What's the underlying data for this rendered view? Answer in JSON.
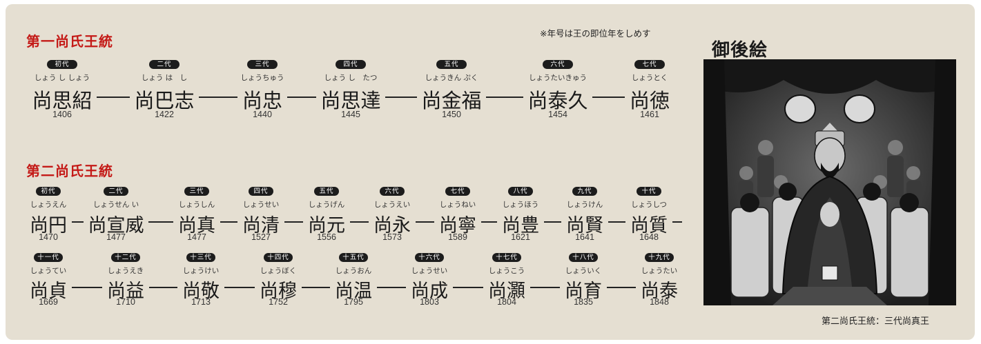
{
  "section1": {
    "title": "第一尚氏王統"
  },
  "note": "※年号は王の即位年をしめす",
  "section2": {
    "title": "第二尚氏王統"
  },
  "dynasty1": [
    {
      "gen": "初代",
      "reading": "しょう し しょう",
      "name": "尚思紹",
      "year": "1406"
    },
    {
      "gen": "二代",
      "reading": "しょう は　し",
      "name": "尚巴志",
      "year": "1422"
    },
    {
      "gen": "三代",
      "reading": "しょうちゅう",
      "name": "尚忠",
      "year": "1440"
    },
    {
      "gen": "四代",
      "reading": "しょう し　たつ",
      "name": "尚思達",
      "year": "1445"
    },
    {
      "gen": "五代",
      "reading": "しょうきん ぷく",
      "name": "尚金福",
      "year": "1450"
    },
    {
      "gen": "六代",
      "reading": "しょうたいきゅう",
      "name": "尚泰久",
      "year": "1454"
    },
    {
      "gen": "七代",
      "reading": "しょうとく",
      "name": "尚徳",
      "year": "1461"
    }
  ],
  "dynasty2a": [
    {
      "gen": "初代",
      "reading": "しょうえん",
      "name": "尚円",
      "year": "1470"
    },
    {
      "gen": "二代",
      "reading": "しょうせん い",
      "name": "尚宣威",
      "year": "1477"
    },
    {
      "gen": "三代",
      "reading": "しょうしん",
      "name": "尚真",
      "year": "1477"
    },
    {
      "gen": "四代",
      "reading": "しょうせい",
      "name": "尚清",
      "year": "1527"
    },
    {
      "gen": "五代",
      "reading": "しょうげん",
      "name": "尚元",
      "year": "1556"
    },
    {
      "gen": "六代",
      "reading": "しょうえい",
      "name": "尚永",
      "year": "1573"
    },
    {
      "gen": "七代",
      "reading": "しょうねい",
      "name": "尚寧",
      "year": "1589"
    },
    {
      "gen": "八代",
      "reading": "しょうほう",
      "name": "尚豊",
      "year": "1621"
    },
    {
      "gen": "九代",
      "reading": "しょうけん",
      "name": "尚賢",
      "year": "1641"
    },
    {
      "gen": "十代",
      "reading": "しょうしつ",
      "name": "尚質",
      "year": "1648"
    }
  ],
  "dynasty2b": [
    {
      "gen": "十一代",
      "reading": "しょうてい",
      "name": "尚貞",
      "year": "1669"
    },
    {
      "gen": "十二代",
      "reading": "しょうえき",
      "name": "尚益",
      "year": "1710"
    },
    {
      "gen": "十三代",
      "reading": "しょうけい",
      "name": "尚敬",
      "year": "1713"
    },
    {
      "gen": "十四代",
      "reading": "しょうぼく",
      "name": "尚穆",
      "year": "1752"
    },
    {
      "gen": "十五代",
      "reading": "しょうおん",
      "name": "尚温",
      "year": "1795"
    },
    {
      "gen": "十六代",
      "reading": "しょうせい",
      "name": "尚成",
      "year": "1803"
    },
    {
      "gen": "十七代",
      "reading": "しょうこう",
      "name": "尚灝",
      "year": "1804"
    },
    {
      "gen": "十八代",
      "reading": "しょういく",
      "name": "尚育",
      "year": "1835"
    },
    {
      "gen": "十九代",
      "reading": "しょうたい",
      "name": "尚泰",
      "year": "1848"
    }
  ],
  "photo": {
    "title": "御後絵",
    "caption": "第二尚氏王統：三代尚真王"
  },
  "colors": {
    "accent": "#c41a17",
    "panel": "#e5dfd2",
    "badge": "#1c1c1c"
  }
}
